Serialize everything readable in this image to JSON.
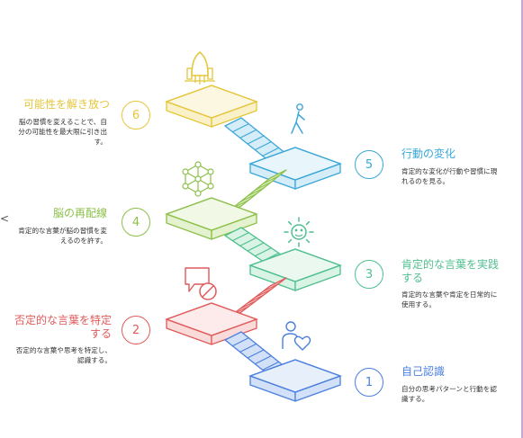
{
  "steps": [
    {
      "number": "1",
      "title": "自己認識",
      "description": "自分の思考パターンと行動を認識する。",
      "color": "#4a7fe0",
      "fill": "#d3e1f8",
      "icon": "person-heart-icon"
    },
    {
      "number": "2",
      "title": "否定的な言葉を特定する",
      "description": "否定的な言葉や思考を特定し、認識する。",
      "color": "#e05a5a",
      "fill": "#fbdada",
      "icon": "no-speech-icon"
    },
    {
      "number": "3",
      "title": "肯定的な言葉を実践する",
      "description": "肯定的な言葉や肯定を日常的に使用する。",
      "color": "#4fbf8f",
      "fill": "#d9f3e4",
      "icon": "sun-icon"
    },
    {
      "number": "4",
      "title": "脳の再配線",
      "description": "肯定的な言葉が脳の習慣を変えるのを許す。",
      "color": "#8cc04a",
      "fill": "#e5f2cf",
      "icon": "neural-network-icon"
    },
    {
      "number": "5",
      "title": "行動の変化",
      "description": "肯定的な変化が行動や習慣に現れるのを見る。",
      "color": "#3aa7d8",
      "fill": "#d5edf8",
      "icon": "walking-person-icon"
    },
    {
      "number": "6",
      "title": "可能性を解き放つ",
      "description": "脳の習慣を変えることで、自分の可能性を最大限に引き出す。",
      "color": "#e5c53a",
      "fill": "#faf1c8",
      "icon": "rocket-icon"
    }
  ],
  "edge_mark": "<"
}
